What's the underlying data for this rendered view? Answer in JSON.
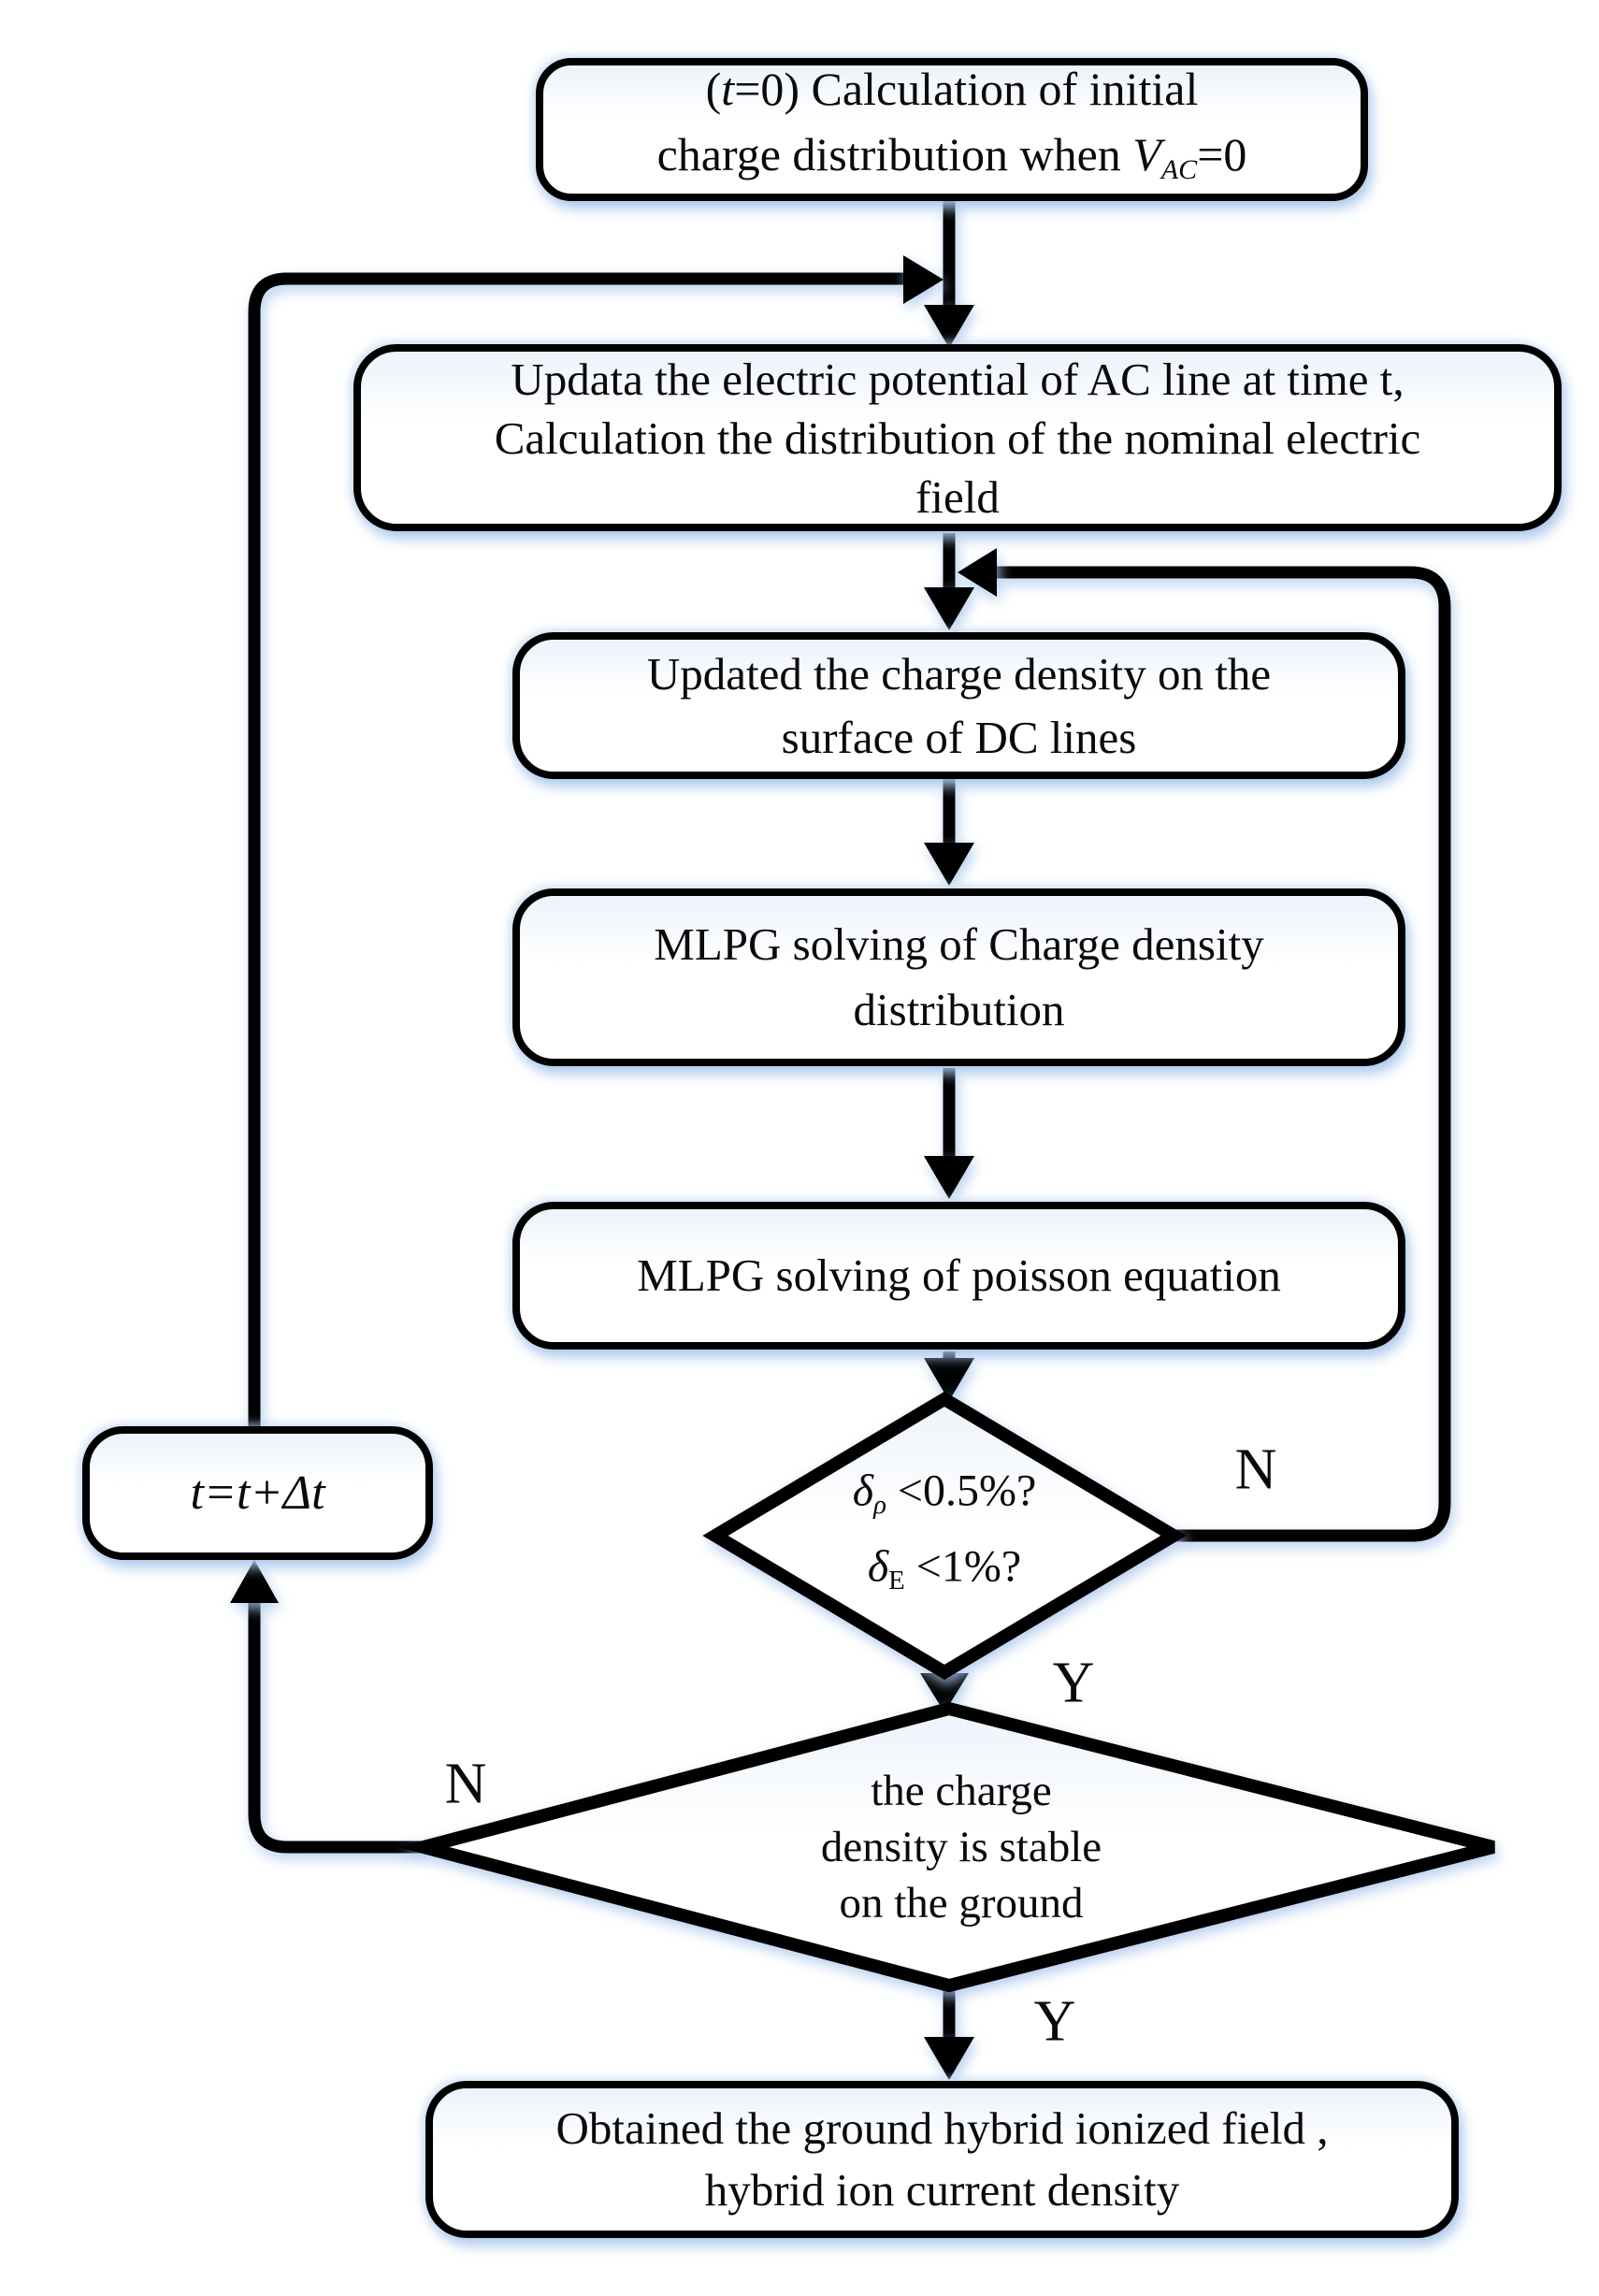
{
  "nodes": {
    "start": {
      "line1_open": "(",
      "line1_var": "t",
      "line1_rest": "=0)  Calculation of initial",
      "line2_pre": "charge distribution when ",
      "line2_var": "V",
      "line2_sub": "AC",
      "line2_post": "=0"
    },
    "update_potential": {
      "line1": "Updata the electric potential of AC line at time t,",
      "line2": "Calculation the distribution of the nominal electric",
      "line3": "field"
    },
    "charge_surface": {
      "line1": "Updated the charge density on the",
      "line2": "surface of DC lines"
    },
    "mlpg_charge": {
      "line1": "MLPG solving of Charge density",
      "line2": "distribution"
    },
    "mlpg_poisson": {
      "line1": "MLPG solving of poisson equation"
    },
    "converge_check": {
      "line1_delta": "δ",
      "line1_sub": "ρ",
      "line1_rest": " <0.5%?",
      "line2_delta": "δ",
      "line2_sub": "E",
      "line2_rest": " <1%?"
    },
    "time_step": {
      "text": "t=t+Δt"
    },
    "stable_check": {
      "line1": "the charge",
      "line2": "density is stable",
      "line3": "on the ground"
    },
    "end": {
      "line1": "Obtained the ground hybrid ionized field ,",
      "line2": "hybrid ion current density"
    }
  },
  "labels": {
    "converge_no": "N",
    "converge_yes": "Y",
    "stable_no": "N",
    "stable_yes": "Y"
  },
  "colors": {
    "line": "#000000",
    "glow": "#a8c5eb",
    "node_fill_top": "#edf3fb",
    "node_fill": "#ffffff",
    "text": "#0a0a0a"
  }
}
